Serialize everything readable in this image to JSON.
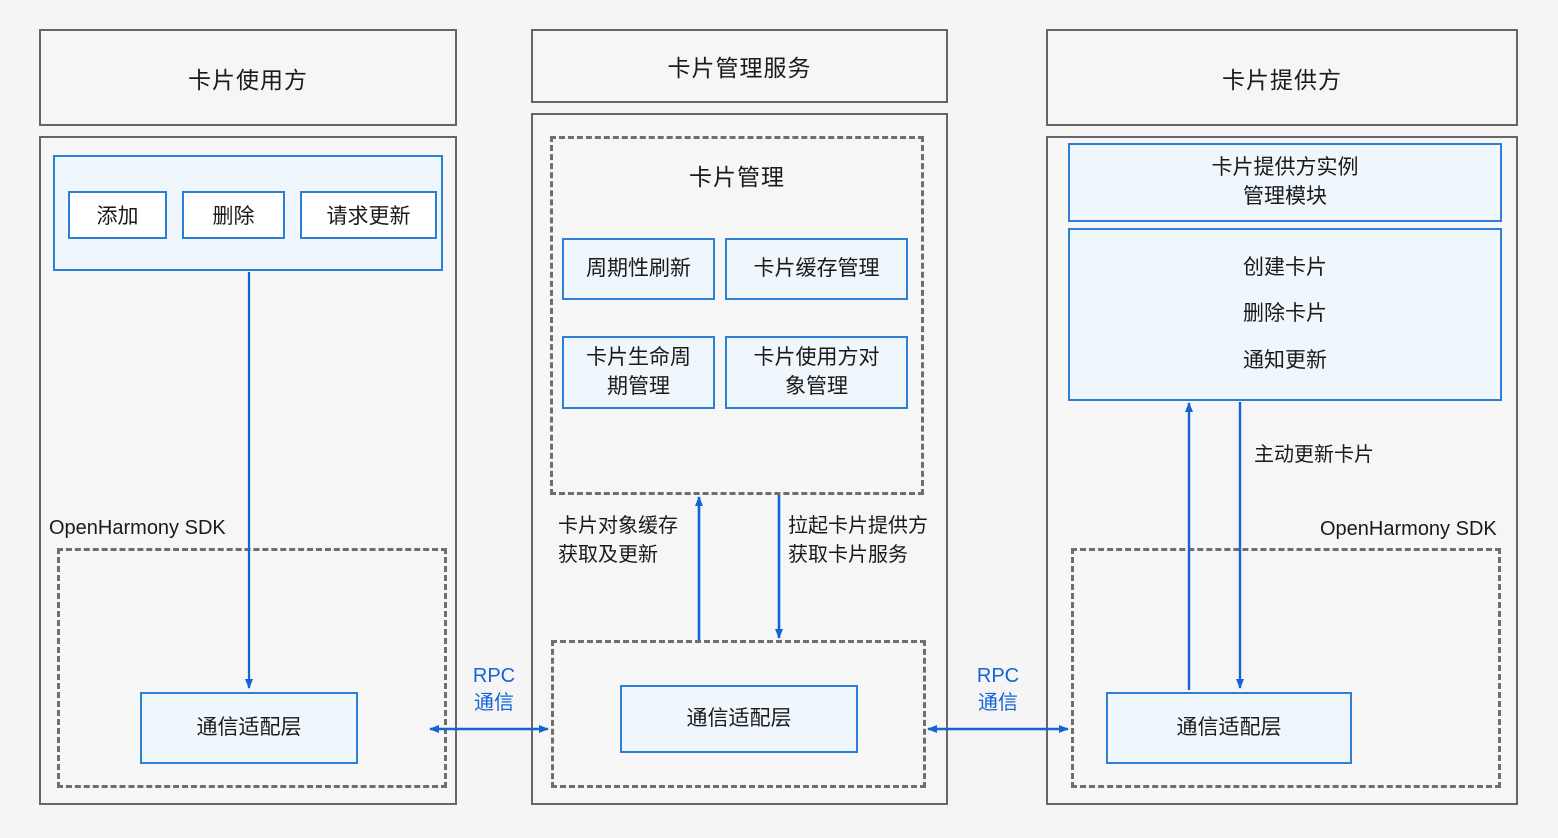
{
  "diagram": {
    "type": "architecture-block-diagram",
    "accent_color": "#2b7fd4",
    "accent_fill": "#eff7fd",
    "panel_border_color": "#666666",
    "arrow_color": "#1364d4",
    "background": "#f5f5f5"
  },
  "columns": [
    {
      "id": "card-user",
      "title": "卡片使用方",
      "sdk_label": "OpenHarmony SDK",
      "actions": [
        "添加",
        "删除",
        "请求更新"
      ],
      "adapter": "通信适配层"
    },
    {
      "id": "card-manager-service",
      "title": "卡片管理服务",
      "group_title": "卡片管理",
      "modules": [
        "周期性刷新",
        "卡片缓存管理",
        "卡片生命周期管理",
        "卡片使用方对象管理"
      ],
      "adapter": "通信适配层"
    },
    {
      "id": "card-provider",
      "title": "卡片提供方",
      "sdk_label": "OpenHarmony SDK",
      "instance_module": "卡片提供方实例管理模块",
      "instance_module_line1": "卡片提供方实例",
      "instance_module_line2": "管理模块",
      "operations": [
        "创建卡片",
        "删除卡片",
        "通知更新"
      ],
      "adapter": "通信适配层"
    }
  ],
  "edge_labels": {
    "cache_flow_line1": "卡片对象缓存",
    "cache_flow_line2": "获取及更新",
    "provider_flow_line1": "拉起卡片提供方",
    "provider_flow_line2": "获取卡片服务",
    "active_update": "主动更新卡片",
    "rpc_left_line1": "RPC",
    "rpc_left_line2": "通信",
    "rpc_right_line1": "RPC",
    "rpc_right_line2": "通信"
  }
}
